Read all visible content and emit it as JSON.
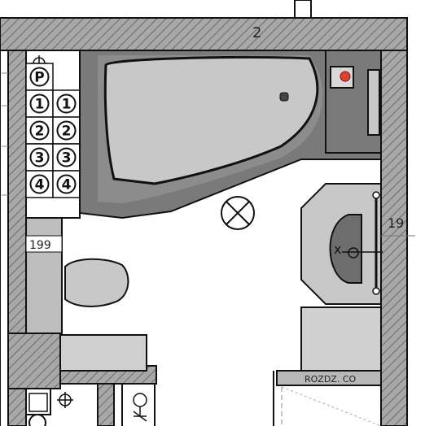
{
  "plan": {
    "labels": {
      "wall_top": "2",
      "right_dim": "19",
      "left_dim": "199",
      "cabinet": "ROZDZ. CO"
    },
    "riser_markers": [
      {
        "text": "P"
      },
      {
        "text": "1"
      },
      {
        "text": "1"
      },
      {
        "text": "2"
      },
      {
        "text": "2"
      },
      {
        "text": "3"
      },
      {
        "text": "3"
      },
      {
        "text": "4"
      },
      {
        "text": "4"
      }
    ],
    "colors": {
      "wall_hatch": "#9a9a9a",
      "fixture_grey": "#c8c8c8",
      "dark_grey": "#7a7a7a",
      "sink_basin": "#6e6e6e",
      "valve_red": "#e04030",
      "line": "#111111"
    },
    "icons": [
      "ceiling-light-icon",
      "drain-icon",
      "valve-icon",
      "tap-icon",
      "gas-valve-icon"
    ]
  }
}
